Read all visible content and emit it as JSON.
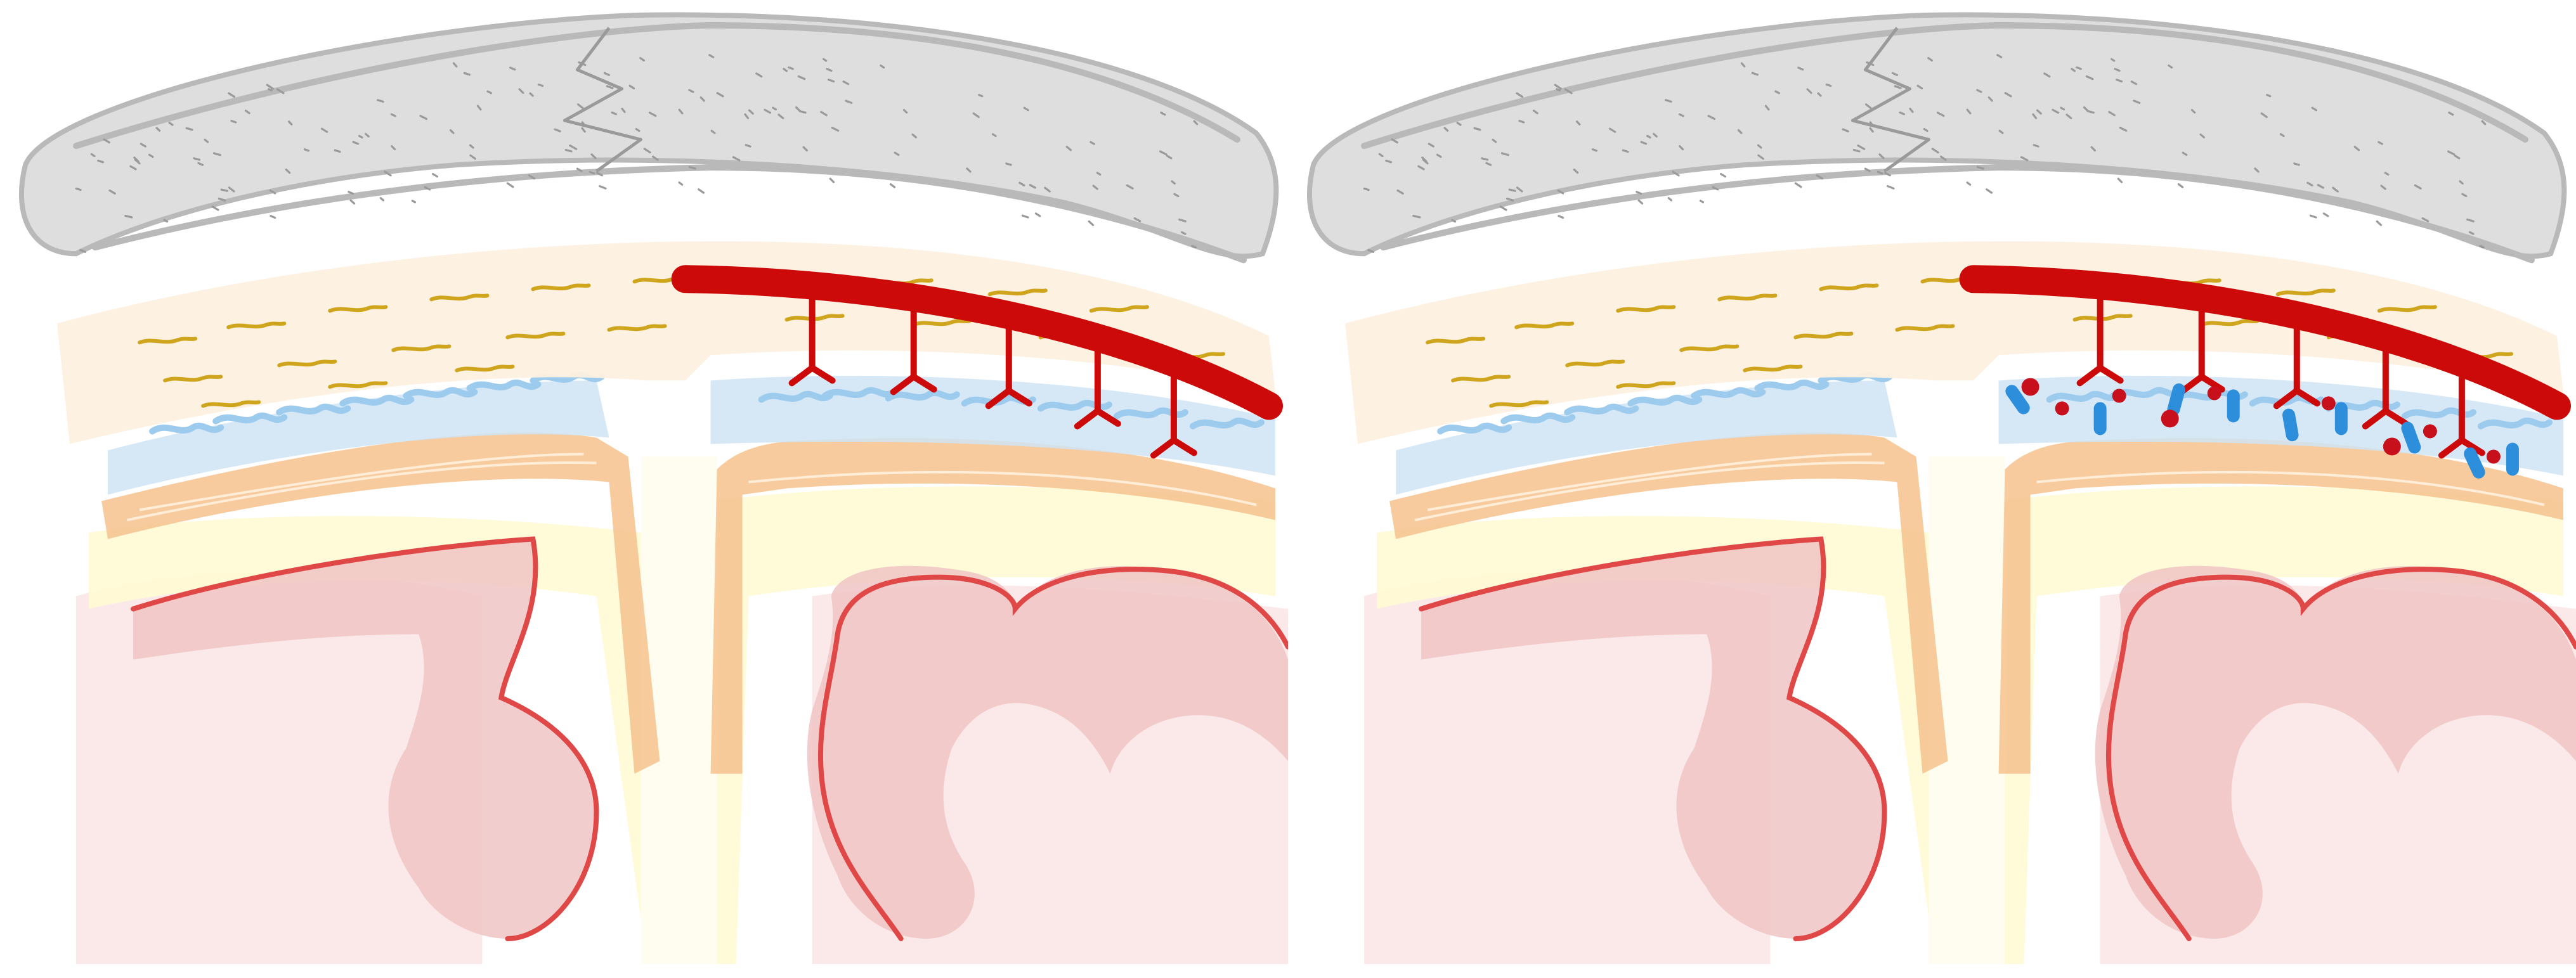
{
  "figure": {
    "panels": [
      {
        "id": "left",
        "state": "normal",
        "has_inflammatory_cells": false
      },
      {
        "id": "right",
        "state": "with-cells",
        "has_inflammatory_cells": true
      }
    ],
    "layers": [
      "skull-bone",
      "dura-mater",
      "arachnoid",
      "pia-mater",
      "cortex",
      "white-matter"
    ],
    "colors": {
      "bone": "#dedede",
      "bone_outline": "#b9b9b9",
      "bone_speckle": "#9a9a9a",
      "dura": "#fdf0df",
      "dura_fiber": "#cfa51e",
      "arachnoid": "#cfe4f5",
      "arachnoid_strand": "#9ccbee",
      "pia": "#f6c592",
      "pia_fiber": "#fff1de",
      "csf": "#fffbd4",
      "cortex": "#f0c4c4",
      "cortex_outline": "#e04848",
      "white_matter": "#fbe9e9",
      "vessel": "#cc0a0a",
      "cell_blue": "#2d8fdc",
      "cell_red": "#c8101c"
    }
  }
}
